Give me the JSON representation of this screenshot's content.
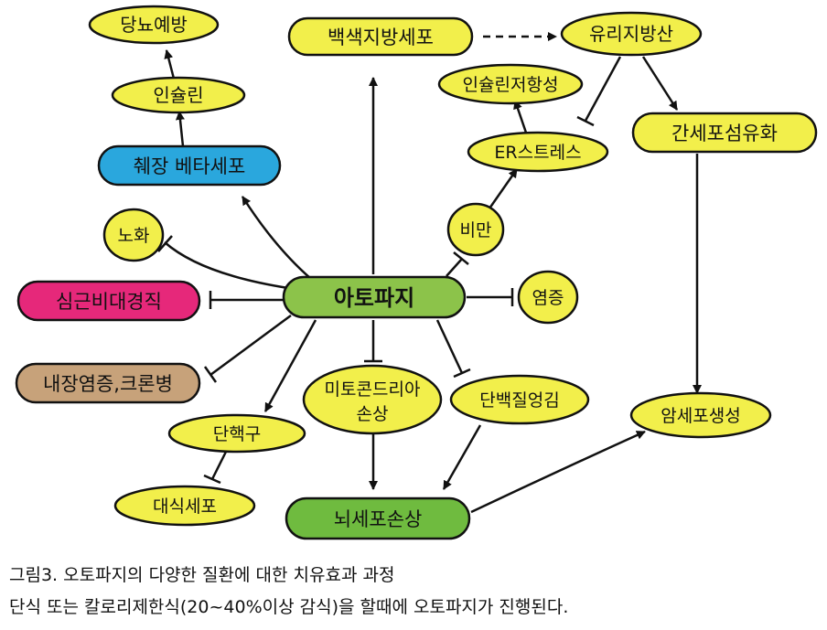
{
  "colors": {
    "yellow": "#f2ef4b",
    "blue": "#2aa7dd",
    "green": "#8cc34a",
    "green_dark": "#6fbb3f",
    "pink": "#e6287a",
    "brown": "#c7a27a",
    "stroke": "#111111"
  },
  "nodes": {
    "diabetes_prevention": "당뇨예방",
    "insulin": "인슐린",
    "beta_cell": "췌장 베타세포",
    "aging": "노화",
    "cardiac_hypertrophy": "심근비대경직",
    "ibd": "내장염증,크론병",
    "white_adipocyte": "백색지방세포",
    "free_fatty_acid": "유리지방산",
    "insulin_resistance": "인슐린저항성",
    "er_stress": "ER스트레스",
    "liver_fibrosis": "간세포섬유화",
    "obesity": "비만",
    "autophagy": "아토파지",
    "inflammation": "염증",
    "mito_damage_line1": "미토콘드리아",
    "mito_damage_line2": "손상",
    "protein_aggregation": "단백질엉김",
    "monocyte": "단핵구",
    "macrophage": "대식세포",
    "brain_cell_damage": "뇌세포손상",
    "cancer_formation": "암세포생성"
  },
  "caption": {
    "line1": "그림3. 오토파지의 다양한 질환에 대한 치유효과 과정",
    "line2": "단식 또는 칼로리제한식(20~40%이상 감식)을 할때에 오토파지가 진행된다."
  }
}
